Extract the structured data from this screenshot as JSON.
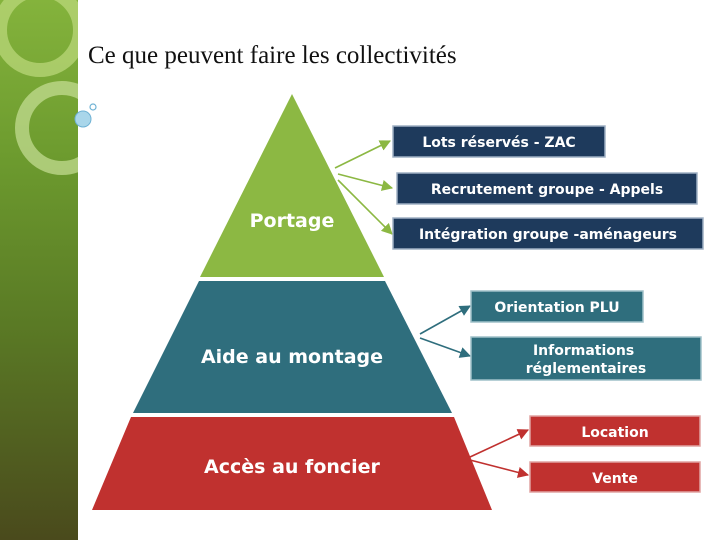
{
  "title": "Ce que peuvent faire les collectivités",
  "colors": {
    "sidebar_green": "#6c9a2e",
    "tier_portage": "#8cb843",
    "tier_aide": "#2f6e7d",
    "tier_acces": "#c0312f",
    "box_navy": "#1e3a5c",
    "box_teal": "#2f6e7d",
    "box_red": "#c0312f"
  },
  "pyramid": {
    "tiers": [
      {
        "label": "Portage",
        "color": "#8cb843",
        "boxes": [
          "Lots réservés - ZAC",
          "Recrutement groupe - Appels",
          "Intégration groupe -aménageurs"
        ],
        "box_color": "#1e3a5c",
        "arrow_color": "#8cb843"
      },
      {
        "label": "Aide au montage",
        "color": "#2f6e7d",
        "boxes": [
          "Orientation PLU",
          "Informations\nréglementaires"
        ],
        "box_color": "#2f6e7d",
        "arrow_color": "#2f6e7d"
      },
      {
        "label": "Accès au foncier",
        "color": "#c0312f",
        "boxes": [
          "Location",
          "Vente"
        ],
        "box_color": "#c0312f",
        "arrow_color": "#c0312f"
      }
    ]
  }
}
